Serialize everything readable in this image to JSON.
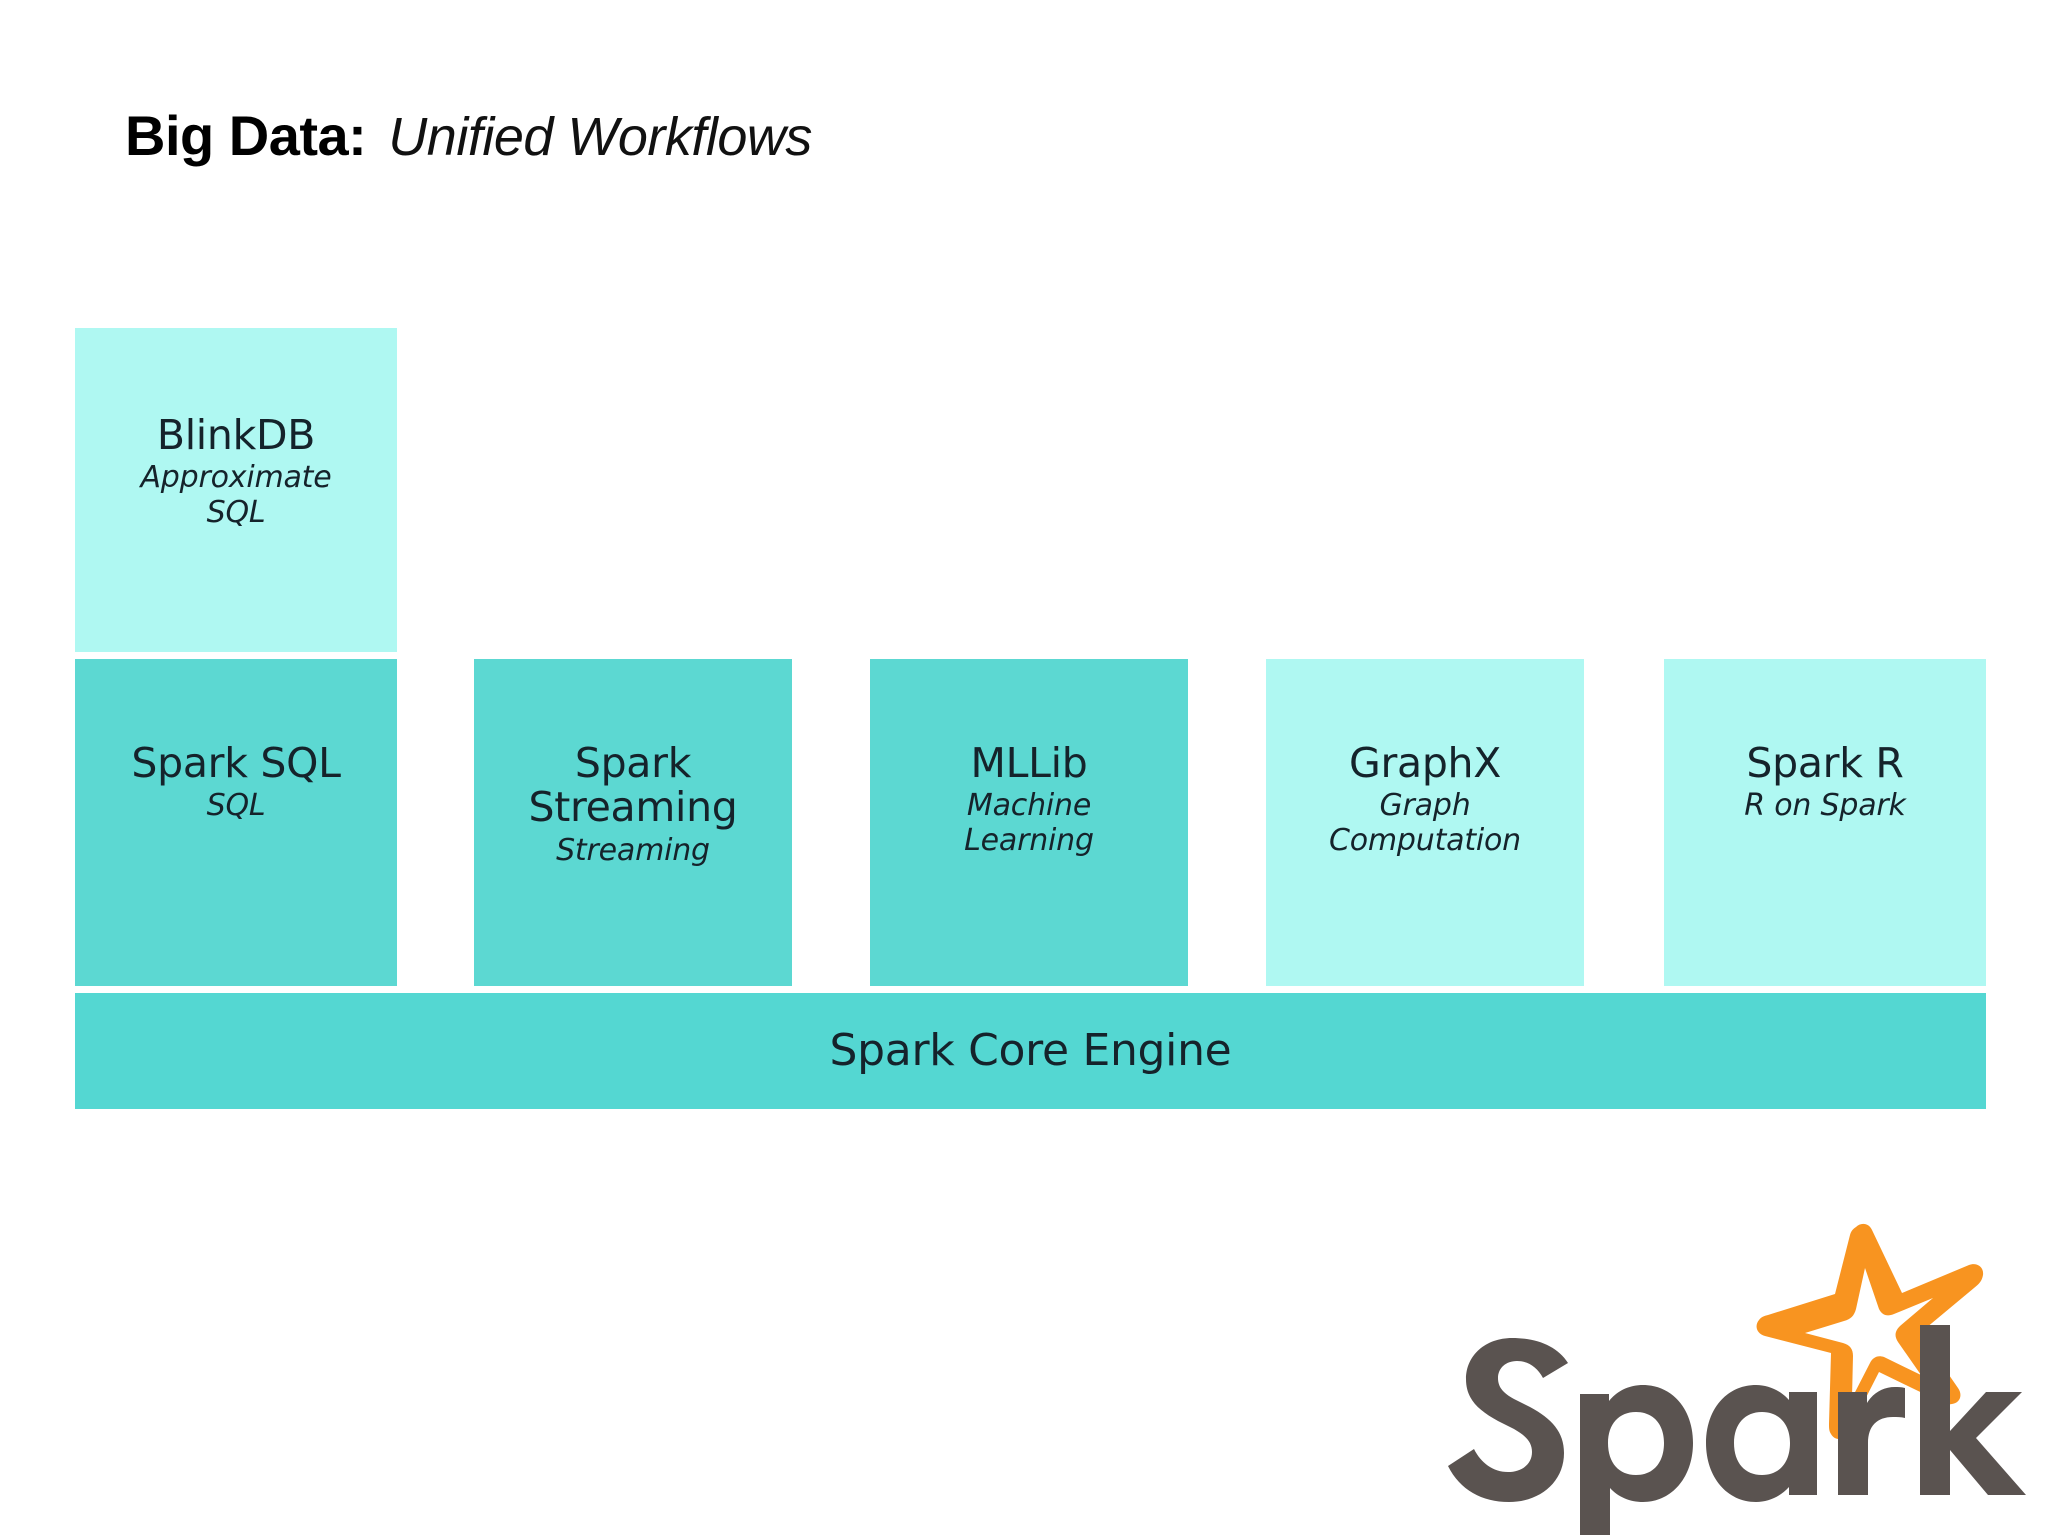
{
  "slide": {
    "title_strong": "Big Data:",
    "title_emphasis": "Unified Workflows",
    "background": "#ffffff"
  },
  "colors": {
    "tier_light": "#aff8f2",
    "tier_mid": "#5cd8d2",
    "core_bar": "#54d7d2",
    "text": "#15232b",
    "logo_wordmark": "#5a5350",
    "logo_star": "#f89420"
  },
  "stack": {
    "upper_tier": [
      {
        "id": "blinkdb",
        "title": "BlinkDB",
        "subtitle": "Approximate SQL",
        "subtitle_line1": "Approximate",
        "subtitle_line2": "SQL",
        "fill": "#aff8f2"
      }
    ],
    "middle_tier": [
      {
        "id": "spark-sql",
        "title": "Spark SQL",
        "title_line1": "Spark SQL",
        "subtitle": "SQL",
        "subtitle_line1": "SQL",
        "subtitle_line2": "",
        "fill": "#5cd8d2"
      },
      {
        "id": "spark-streaming",
        "title": "Spark Streaming",
        "title_line1": "Spark",
        "title_line2": "Streaming",
        "subtitle": "Streaming",
        "subtitle_line1": "Streaming",
        "subtitle_line2": "",
        "fill": "#5cd8d2"
      },
      {
        "id": "mllib",
        "title": "MLLib",
        "title_line1": "MLLib",
        "subtitle": "Machine Learning",
        "subtitle_line1": "Machine",
        "subtitle_line2": "Learning",
        "fill": "#5cd8d2"
      },
      {
        "id": "graphx",
        "title": "GraphX",
        "title_line1": "GraphX",
        "subtitle": "Graph Computation",
        "subtitle_line1": "Graph",
        "subtitle_line2": "Computation",
        "fill": "#aff8f2"
      },
      {
        "id": "spark-r",
        "title": "Spark R",
        "title_line1": "Spark R",
        "subtitle": "R on Spark",
        "subtitle_line1": "R on Spark",
        "subtitle_line2": "",
        "fill": "#aff8f2"
      }
    ],
    "base_tier": {
      "id": "core-engine",
      "title": "Spark Core Engine",
      "fill": "#54d7d2"
    }
  },
  "logo": {
    "wordmark": "Spark",
    "star_icon": "star-icon",
    "wordmark_color": "#5a5350",
    "star_color": "#f89420"
  }
}
